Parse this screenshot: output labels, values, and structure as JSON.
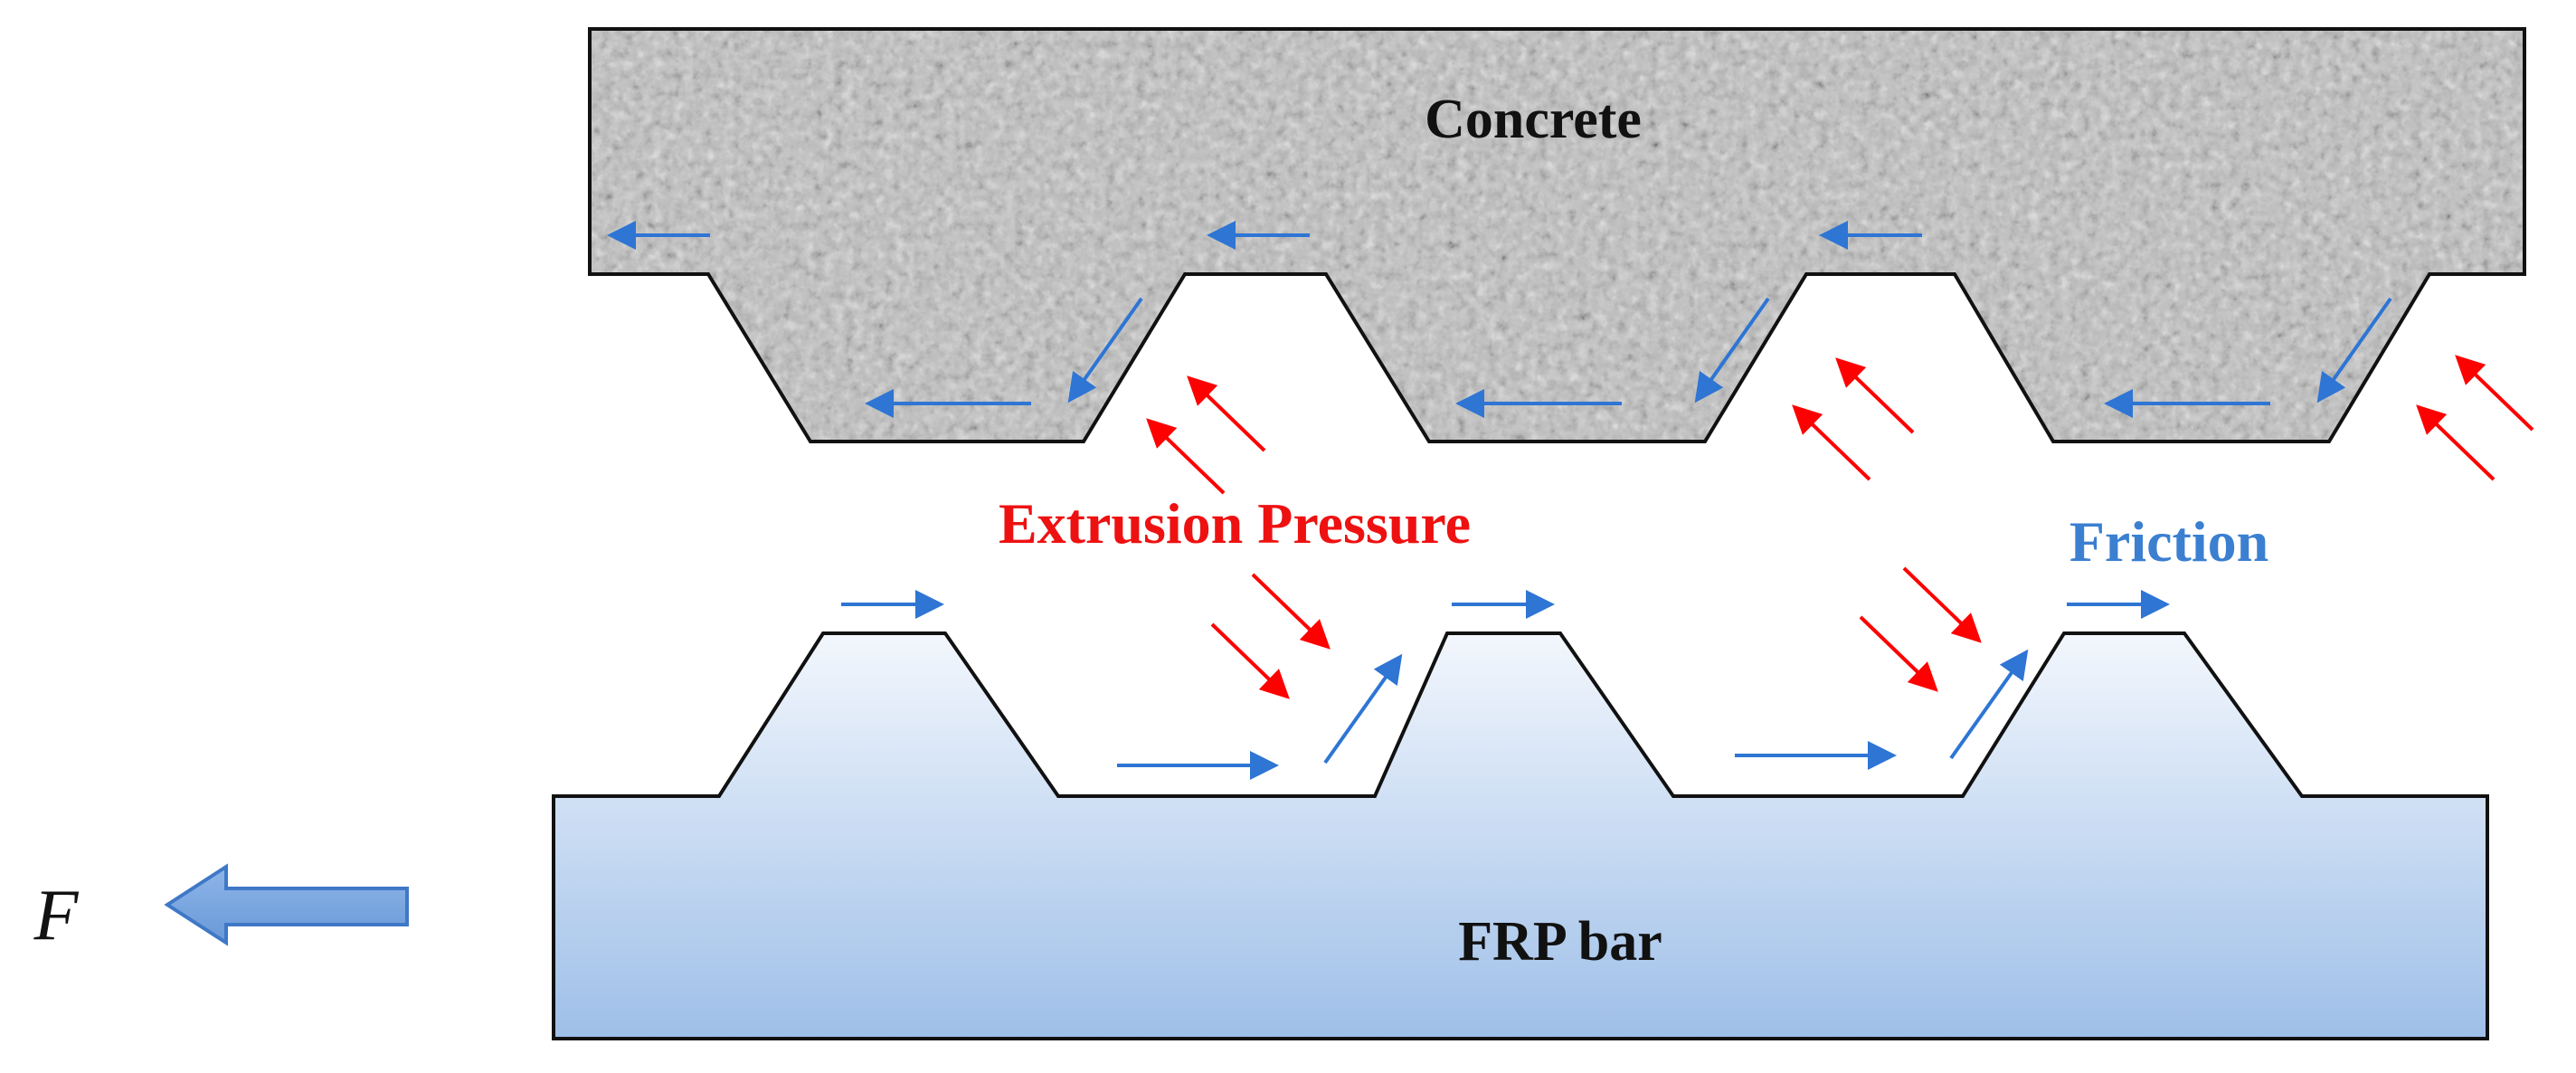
{
  "labels": {
    "concrete": "Concrete",
    "frp_bar": "FRP bar",
    "extrusion_pressure": "Extrusion Pressure",
    "friction": "Friction",
    "force": "F"
  },
  "colors": {
    "friction_arrow": "#2e75d4",
    "pressure_arrow": "#ff0000",
    "pressure_text": "#ee1111",
    "friction_text": "#3b7fd1",
    "outline": "#111111",
    "concrete_base": "#bdbdbd",
    "frp_top": "#f3f7fd",
    "frp_bottom": "#9ebfe8",
    "force_arrow_fill": "#78a6e0",
    "force_arrow_stroke": "#3f78c6"
  },
  "icons": {
    "force_arrow": "block-arrow-left",
    "friction": "thin-arrow",
    "pressure": "thin-arrow"
  }
}
